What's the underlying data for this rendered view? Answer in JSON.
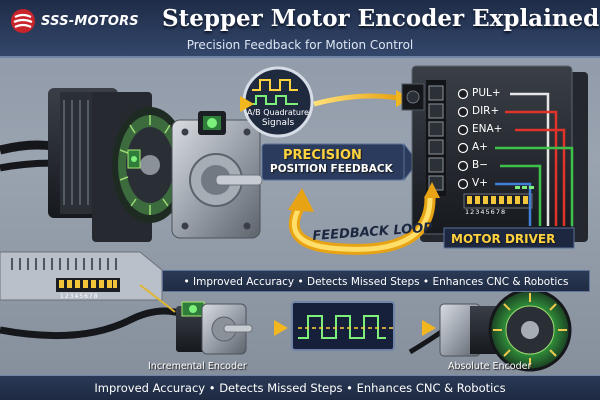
{
  "header": {
    "brand": "SSS-MOTORS",
    "title": "Stepper Motor Encoder Explained",
    "subtitle": "Precision Feedback for Motion Control"
  },
  "signals": {
    "line1": "A/B Quadrature",
    "line2": "Signals"
  },
  "precision": {
    "line1": "PRECISION",
    "line2": "POSITION FEEDBACK"
  },
  "driver": {
    "pins": [
      "PUL+",
      "DIR+",
      "ENA+",
      "A+",
      "B−",
      "V+"
    ],
    "dip_numbers": "12345678",
    "label": "MOTOR DRIVER"
  },
  "feedback_loop": "FEEDBACK LOOP",
  "benefits_bar": "• Improved Accuracy • Detects Missed Steps • Enhances CNC & Robotics",
  "encoders": {
    "dip_numbers": "12345678",
    "incremental": "Incremental Encoder",
    "absolute": "Absolute Encoder"
  },
  "footer": "Improved Accuracy • Detects Missed Steps • Enhances CNC & Robotics",
  "colors": {
    "header_bg": "#23324f",
    "accent_yellow": "#ffd23f",
    "signal_green": "#7cf07a",
    "wire_red": "#e0342b",
    "wire_green": "#3fc04a",
    "wire_yellow": "#f2c21b",
    "wire_blue": "#3f7fd8"
  },
  "icons": [
    "sss-logo-icon",
    "stepper-motor-icon",
    "encoder-disk-icon",
    "signal-waveform-icon",
    "motor-driver-icon",
    "feedback-arrow-icon",
    "dip-switch-icon"
  ]
}
